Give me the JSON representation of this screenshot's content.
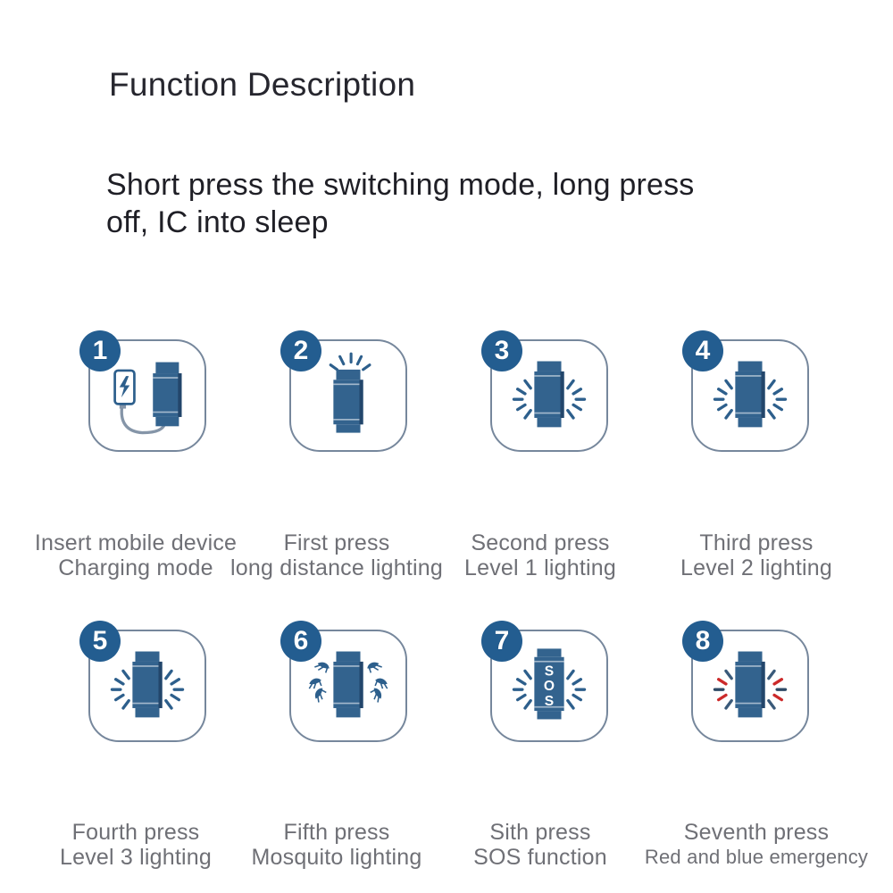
{
  "title": "Function Description",
  "description": {
    "line1": "Short press the switching mode, long  press",
    "line2": "off, IC into sleep"
  },
  "colors": {
    "device_blue": "#33638e",
    "badge_blue": "#235d90",
    "ray_blue": "#2d5f8c",
    "ray_red": "#cc2a2a",
    "panel_border": "#76879c",
    "caption_gray": "#6f7076",
    "title_color": "#26262e"
  },
  "sos_label": [
    "S",
    "O",
    "S"
  ],
  "panels": [
    {
      "number": "1",
      "icon": "phone-charging-flashlight",
      "caption_line1": "Insert mobile device",
      "caption_line2": "Charging mode"
    },
    {
      "number": "2",
      "icon": "flashlight-beam-top",
      "caption_line1": "First press",
      "caption_line2": "long distance lighting"
    },
    {
      "number": "3",
      "icon": "flashlight-glow-sides",
      "caption_line1": "Second press",
      "caption_line2": "Level 1 lighting"
    },
    {
      "number": "4",
      "icon": "flashlight-glow-sides",
      "caption_line1": "Third press",
      "caption_line2": "Level 2 lighting"
    },
    {
      "number": "5",
      "icon": "flashlight-glow-sides",
      "caption_line1": "Fourth press",
      "caption_line2": "Level 3 lighting"
    },
    {
      "number": "6",
      "icon": "flashlight-mosquito",
      "caption_line1": "Fifth press",
      "caption_line2": "Mosquito lighting"
    },
    {
      "number": "7",
      "icon": "flashlight-sos",
      "caption_line1": "Sith  press",
      "caption_line2": "SOS function"
    },
    {
      "number": "8",
      "icon": "flashlight-red-blue",
      "caption_line1": "Seventh press",
      "caption_line2": "Red and blue emergency"
    }
  ]
}
